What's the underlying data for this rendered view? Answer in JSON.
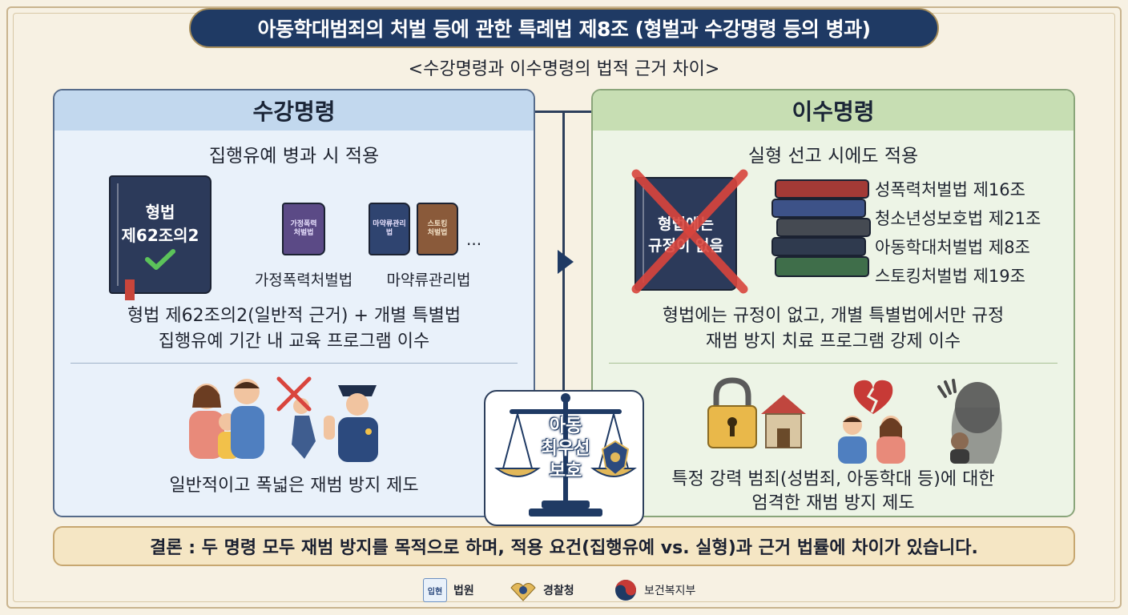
{
  "title": "아동학대범죄의 처벌 등에 관한 특례법 제8조 (형벌과 수강명령 등의 병과)",
  "subtitle": "<수강명령과 이수명령의 법적 근거 차이>",
  "left": {
    "heading": "수강명령",
    "condition": "집행유예 병과 시 적용",
    "main_book": [
      "형법",
      "제62조의2"
    ],
    "small_books": [
      {
        "label": "가정폭력처벌법",
        "text": "가정폭력\n처벌법"
      },
      {
        "label": "마약류관리법",
        "text": "마약류관리\n법"
      }
    ],
    "ellipsis": "...",
    "desc1": "형법 제62조의2(일반적 근거) + 개별 특별법",
    "desc2": "집행유예 기간 내 교육 프로그램 이수",
    "bottom": "일반적이고 폭넓은 재범 방지 제도"
  },
  "right": {
    "heading": "이수명령",
    "condition": "실형 선고 시에도 적용",
    "crossed_book": [
      "형법에는",
      "규정이 없음"
    ],
    "laws": [
      "성폭력처벌법 제16조",
      "청소년성보호법 제21조",
      "아동학대처벌법 제8조",
      "스토킹처벌법 제19조"
    ],
    "desc1": "형법에는 규정이 없고, 개별 특별법에서만 규정",
    "desc2": "재범 방지 치료 프로그램 강제 이수",
    "bottom1": "특정 강력 범죄(성범죄, 아동학대 등)에 대한",
    "bottom2": "엄격한 재범 방지 제도"
  },
  "center": [
    "아동",
    "최우선",
    "보호"
  ],
  "conclusion": "결론 : 두 명령 모두 재범 방지를 목적으로 하며, 적용 요건(집행유예 vs. 실형)과 근거 법률에 차이가 있습니다.",
  "logos": [
    {
      "icon": "court-emblem",
      "mark": "입현",
      "name": "법원"
    },
    {
      "icon": "police-emblem",
      "name": "경찰청"
    },
    {
      "icon": "taegeuk-emblem",
      "name": "보건복지부"
    }
  ],
  "colors": {
    "navy": "#1f3a64",
    "left_panel": "#e9f1fa",
    "right_panel": "#edf4e6",
    "cross_red": "#d9453d",
    "check_green": "#4caf50"
  }
}
